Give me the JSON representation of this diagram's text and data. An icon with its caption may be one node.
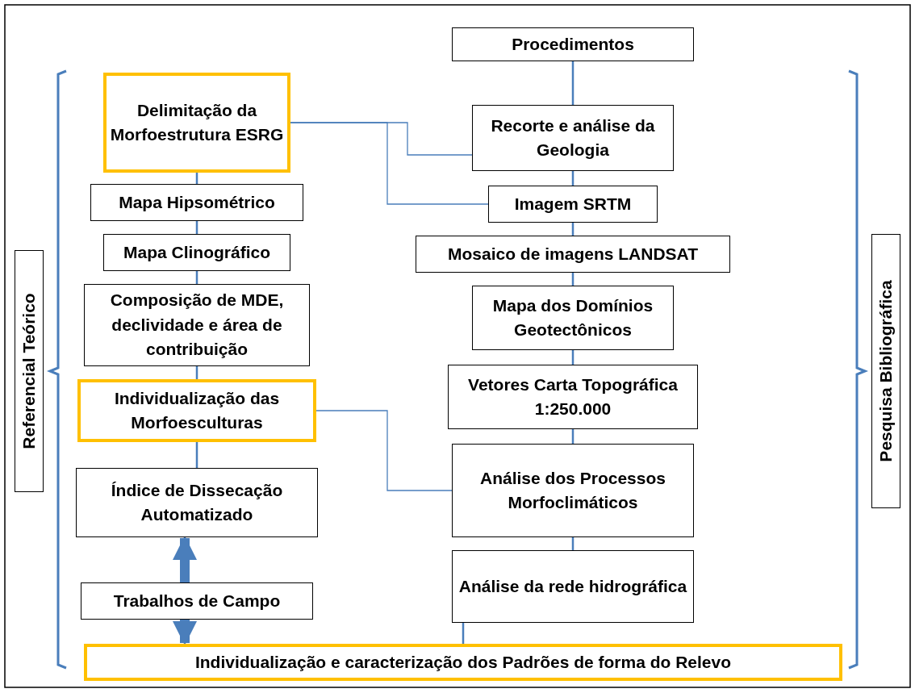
{
  "diagram": {
    "nodes": [
      {
        "text": [
          "Procedimentos"
        ]
      },
      {
        "text": [
          "Referencial Teórico"
        ]
      },
      {
        "text": [
          "Pesquisa Bibliográfica"
        ]
      },
      {
        "text": [
          "Delimitação da Morfoestrutura ESRG"
        ]
      },
      {
        "text": [
          "Mapa Hipsométrico"
        ]
      },
      {
        "text": [
          "Mapa Clinográfico"
        ]
      },
      {
        "text": [
          "Composição de MDE, declividade e área de contribuição"
        ]
      },
      {
        "text": [
          "Individualização das Morfoesculturas"
        ]
      },
      {
        "text": [
          "Índice de Dissecação Automatizado"
        ]
      },
      {
        "text": [
          "Trabalhos de Campo"
        ]
      },
      {
        "text": [
          "Recorte e análise da Geologia"
        ]
      },
      {
        "text": [
          "Imagem SRTM"
        ]
      },
      {
        "text": [
          "Mosaico de imagens LANDSAT"
        ]
      },
      {
        "text": [
          "Mapa dos Domínios Geotectônicos"
        ]
      },
      {
        "text": [
          "Vetores Carta Topográfica 1:250.000"
        ]
      },
      {
        "text": [
          "Análise dos Processos Morfoclimáticos"
        ]
      },
      {
        "text": [
          "Análise da rede hidrográfica"
        ]
      },
      {
        "text": [
          "Individualização e caracterização dos Padrões de forma do Relevo"
        ]
      }
    ],
    "edges": [
      {
        "from": 0,
        "to": 10,
        "arrow": "none"
      },
      {
        "from": 10,
        "to": 11,
        "arrow": "none"
      },
      {
        "from": 11,
        "to": 12,
        "arrow": "none"
      },
      {
        "from": 12,
        "to": 13,
        "arrow": "none"
      },
      {
        "from": 13,
        "to": 14,
        "arrow": "none"
      },
      {
        "from": 14,
        "to": 15,
        "arrow": "none"
      },
      {
        "from": 15,
        "to": 16,
        "arrow": "none"
      },
      {
        "from": 16,
        "to": 17,
        "arrow": "none"
      },
      {
        "from": 3,
        "to": 4,
        "arrow": "none"
      },
      {
        "from": 4,
        "to": 5,
        "arrow": "none"
      },
      {
        "from": 5,
        "to": 6,
        "arrow": "none"
      },
      {
        "from": 6,
        "to": 7,
        "arrow": "none"
      },
      {
        "from": 7,
        "to": 8,
        "arrow": "none"
      },
      {
        "from": 3,
        "to": 10,
        "arrow": "none"
      },
      {
        "from": 3,
        "to": 11,
        "arrow": "none"
      },
      {
        "from": 7,
        "to": 15,
        "arrow": "none"
      },
      {
        "from": 9,
        "to": 8,
        "arrow": "to",
        "style": "thick"
      },
      {
        "from": 9,
        "to": 17,
        "arrow": "to",
        "style": "thick"
      }
    ]
  }
}
